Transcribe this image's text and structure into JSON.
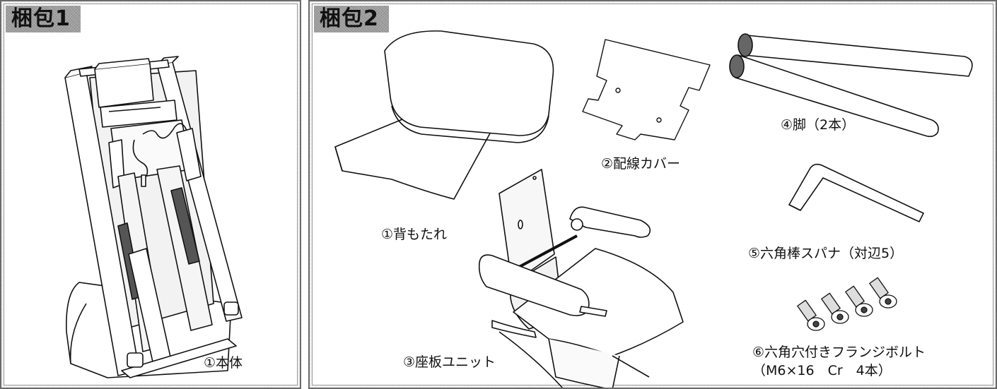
{
  "packages": [
    {
      "tag": "梱包1",
      "items": [
        {
          "label": "①本体",
          "icon": "massage-chair-main-body"
        }
      ]
    },
    {
      "tag": "梱包2",
      "items": [
        {
          "label": "①背もたれ",
          "icon": "backrest-cushion"
        },
        {
          "label": "②配線カバー",
          "icon": "wiring-cover-sheet"
        },
        {
          "label": "③座板ユニット",
          "icon": "seat-unit-with-armrests"
        },
        {
          "label": "④脚（2本）",
          "icon": "leg-tubes"
        },
        {
          "label": "⑤六角棒スパナ（対辺5）",
          "icon": "hex-key-wrench"
        },
        {
          "label_line1": "⑥六角穴付きフランジボルト",
          "label_line2": "（M6×16　Cr　4本）",
          "icon": "flange-bolts"
        }
      ]
    }
  ]
}
